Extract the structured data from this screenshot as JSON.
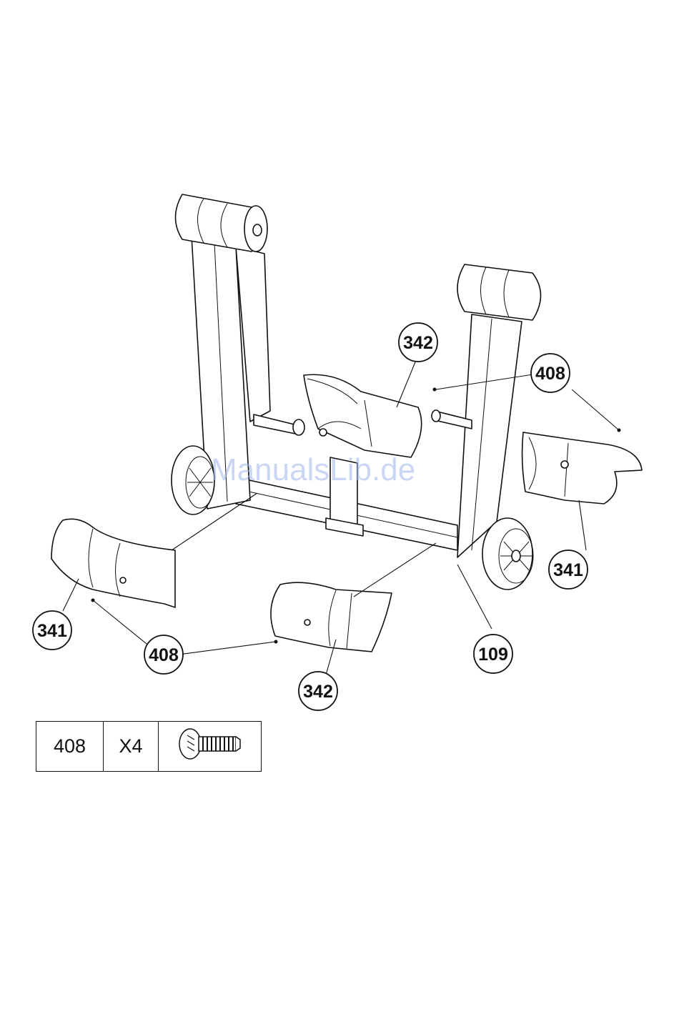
{
  "callouts": [
    {
      "id": "callout-342-top",
      "label": "342"
    },
    {
      "id": "callout-408-top",
      "label": "408"
    },
    {
      "id": "callout-341-right",
      "label": "341"
    },
    {
      "id": "callout-341-left",
      "label": "341"
    },
    {
      "id": "callout-408-left",
      "label": "408"
    },
    {
      "id": "callout-342-bottom",
      "label": "342"
    },
    {
      "id": "callout-109",
      "label": "109"
    }
  ],
  "hardware": {
    "part": "408",
    "qty": "X4",
    "icon": "bolt-icon"
  },
  "watermark": "ManualsLib.de"
}
